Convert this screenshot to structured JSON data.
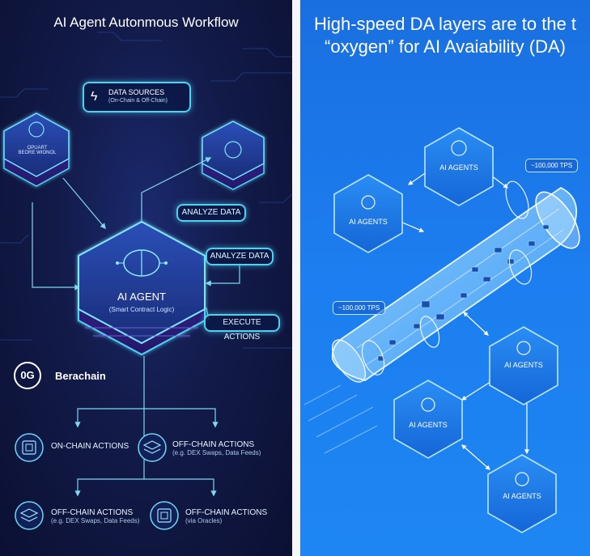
{
  "left": {
    "title": "AI Agent Autonmous Workflow",
    "data_sources": {
      "label": "DATA SOURCES",
      "sub": "(On-Chain & Off-Chain)"
    },
    "left_node_label": "OPUART\nBEORE WIONOL",
    "analyze_data_top": "ANALYZE DATA",
    "analyze_data_right": "ANALYZE DATA",
    "execute_actions": "EXECUTE ACTIONS",
    "agent": {
      "title": "AI AGENT",
      "sub": "(Smart Contract Logic)"
    },
    "brand": {
      "logo": "0G",
      "name": "Berachain"
    },
    "actions": [
      {
        "title": "ON-CHAIN ACTIONS",
        "sub": ""
      },
      {
        "title": "OFF-CHAIN ACTIONS",
        "sub": "(e.g. DEX Swaps, Data Feeds)"
      },
      {
        "title": "OFF-CHAIN ACTIONS",
        "sub": "(e.g. DEX Swaps, Data Feeds)"
      },
      {
        "title": "OFF-CHAIN ACTIONS",
        "sub": "(via Oracles)"
      }
    ]
  },
  "right": {
    "title": "High-speed DA layers are to the t “oxygen” for AI Avaiability (DA)",
    "tps_top": "~100,000 TPS",
    "tps_left": "~100,000 TPS",
    "agents": [
      "AI AGENTS",
      "AI AGENTS",
      "AI AGENTS",
      "AI AGENTS",
      "AI AGENTS"
    ]
  },
  "colors": {
    "left_bg": "#121a48",
    "right_bg": "#1c7ef0",
    "accent": "#4fd2f0"
  }
}
